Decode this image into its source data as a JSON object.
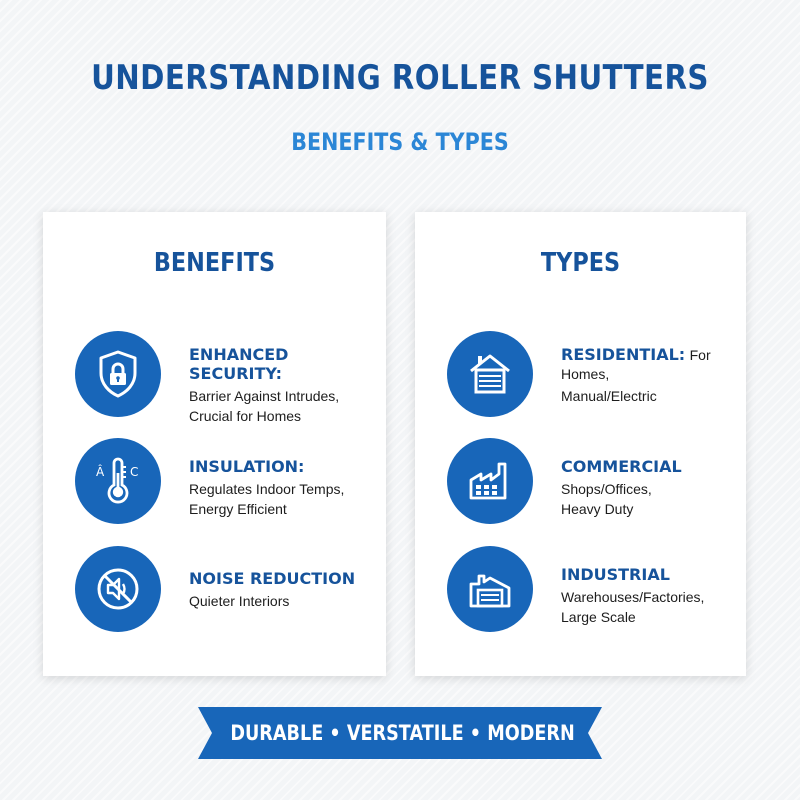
{
  "header": {
    "title": "UNDERSTANDING ROLLER SHUTTERS",
    "subtitle": "BENEFITS & TYPES"
  },
  "benefits": {
    "title": "BENEFITS",
    "items": [
      {
        "title": "ENHANCED SECURITY:",
        "desc_lines": [
          "Barrier Against Intrudes,",
          "Crucial for Homes"
        ],
        "icon": "shield-lock-icon"
      },
      {
        "title": "INSULATION:",
        "desc_lines": [
          "Regulates Indoor Temps,",
          "Energy Efficient"
        ],
        "icon": "thermometer-icon",
        "icon_text_left": "Â",
        "icon_text_right": "C"
      },
      {
        "title": "NOISE REDUCTION",
        "desc_lines": [
          "Quieter Interiors"
        ],
        "icon": "no-sound-icon"
      }
    ]
  },
  "types": {
    "title": "TYPES",
    "items": [
      {
        "title": "RESIDENTIAL:",
        "inline": "For Homes,",
        "desc_lines": [
          "Manual/Electric"
        ],
        "icon": "house-garage-icon"
      },
      {
        "title": "COMMERCIAL",
        "desc_lines": [
          "Shops/Offices,",
          "Heavy Duty"
        ],
        "icon": "factory-icon"
      },
      {
        "title": "INDUSTRIAL",
        "desc_lines": [
          "Warehouses/Factories,",
          "Large Scale"
        ],
        "icon": "warehouse-icon"
      }
    ]
  },
  "banner": {
    "text": "DURABLE • VERSTATILE • MODERN"
  },
  "colors": {
    "primary_dark": "#16539b",
    "accent_blue": "#2b86d6",
    "icon_circle": "#1866b9",
    "background": "#f3f5f7"
  }
}
